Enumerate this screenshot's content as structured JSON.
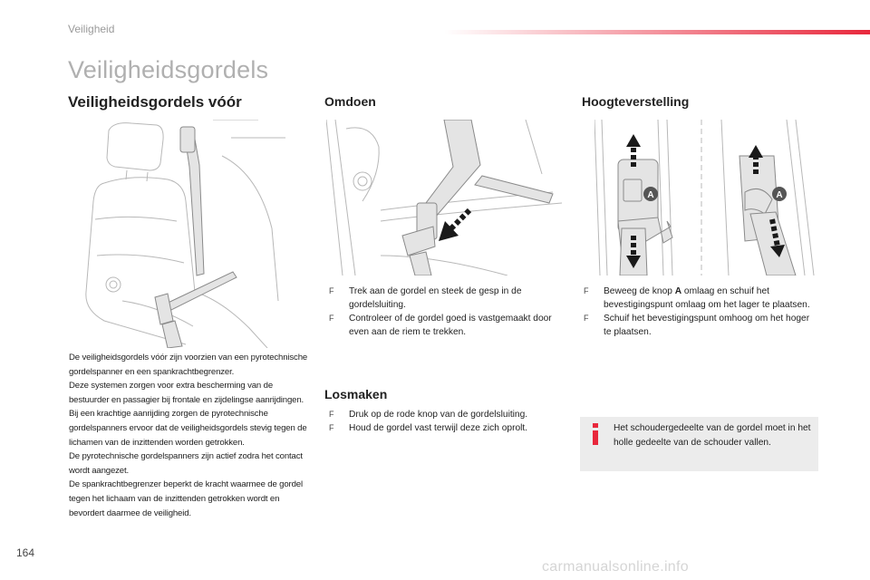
{
  "header": {
    "section": "Veiligheid",
    "accent_color": "#e8283c"
  },
  "page_title": "Veiligheidsgordels",
  "col1": {
    "heading": "Veiligheidsgordels vóór",
    "paragraphs": [
      "De veiligheidsgordels vóór zijn voorzien van een pyrotechnische gordelspanner en een spankrachtbegrenzer.",
      "Deze systemen zorgen voor extra bescherming van de bestuurder en passagier bij frontale en zijdelingse aanrijdingen. Bij een krachtige aanrijding zorgen de pyrotechnische gordelspanners ervoor dat de veiligheidsgordels stevig tegen de lichamen van de inzittenden worden getrokken.",
      "De pyrotechnische gordelspanners zijn actief zodra het contact wordt aangezet.",
      "De spankrachtbegrenzer beperkt de kracht waarmee de gordel tegen het lichaam van de inzittenden getrokken wordt en bevordert daarmee de veiligheid."
    ]
  },
  "omdoen": {
    "heading": "Omdoen",
    "bullet": "F",
    "steps": [
      "Trek aan de gordel en steek de gesp in de gordelsluiting.",
      "Controleer of de gordel goed is vastgemaakt door even aan de riem te trekken."
    ]
  },
  "losmaken": {
    "heading": "Losmaken",
    "bullet": "F",
    "steps": [
      "Druk op de rode knop van de gordelsluiting.",
      "Houd de gordel vast terwijl deze zich oprolt."
    ]
  },
  "hoogte": {
    "heading": "Hoogteverstelling",
    "bullet": "F",
    "step1_pre": "Beweeg de knop ",
    "step1_bold": "A",
    "step1_post": " omlaag en schuif het bevestigingspunt omlaag om het lager te plaatsen.",
    "step2": "Schuif het bevestigingspunt omhoog om het hoger te plaatsen.",
    "callout_label": "A"
  },
  "info": {
    "icon": "info-icon",
    "icon_color": "#e8283c",
    "text": "Het schoudergedeelte van de gordel moet in het holle gedeelte van de schouder vallen."
  },
  "footer": {
    "page_number": "164",
    "watermark": "carmanualsonline.info"
  }
}
